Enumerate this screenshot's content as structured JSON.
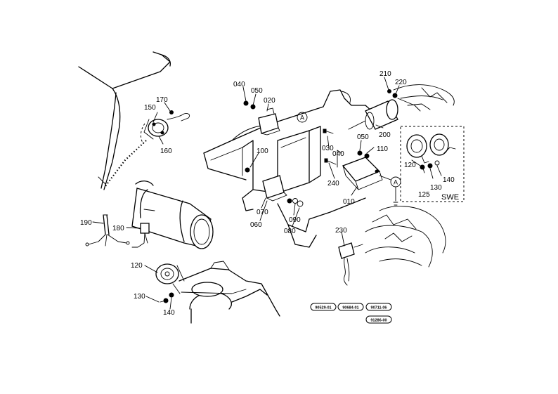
{
  "part_labels": [
    {
      "id": "040a",
      "text": "040"
    },
    {
      "id": "050a",
      "text": "050"
    },
    {
      "id": "020",
      "text": "020"
    },
    {
      "id": "210",
      "text": "210"
    },
    {
      "id": "220",
      "text": "220"
    },
    {
      "id": "170",
      "text": "170"
    },
    {
      "id": "150",
      "text": "150"
    },
    {
      "id": "160",
      "text": "160"
    },
    {
      "id": "200",
      "text": "200"
    },
    {
      "id": "050b",
      "text": "050"
    },
    {
      "id": "030",
      "text": "030"
    },
    {
      "id": "040b",
      "text": "040"
    },
    {
      "id": "110",
      "text": "110"
    },
    {
      "id": "100",
      "text": "100"
    },
    {
      "id": "240",
      "text": "240"
    },
    {
      "id": "010",
      "text": "010"
    },
    {
      "id": "070",
      "text": "070"
    },
    {
      "id": "090",
      "text": "090"
    },
    {
      "id": "060",
      "text": "060"
    },
    {
      "id": "080",
      "text": "080"
    },
    {
      "id": "120a",
      "text": "120"
    },
    {
      "id": "140a",
      "text": "140"
    },
    {
      "id": "125",
      "text": "125"
    },
    {
      "id": "130a",
      "text": "130"
    },
    {
      "id": "190",
      "text": "190"
    },
    {
      "id": "180",
      "text": "180"
    },
    {
      "id": "230",
      "text": "230"
    },
    {
      "id": "120b",
      "text": "120"
    },
    {
      "id": "130b",
      "text": "130"
    },
    {
      "id": "140b",
      "text": "140"
    }
  ],
  "reference_marks": {
    "a1": "A",
    "a2": "A"
  },
  "inset": {
    "label": "SWE"
  },
  "pills": [
    {
      "id": "p1",
      "text": "90529-01"
    },
    {
      "id": "p2",
      "text": "90684-01"
    },
    {
      "id": "p3",
      "text": "90711-06"
    },
    {
      "id": "p4",
      "text": "91286-00"
    }
  ]
}
